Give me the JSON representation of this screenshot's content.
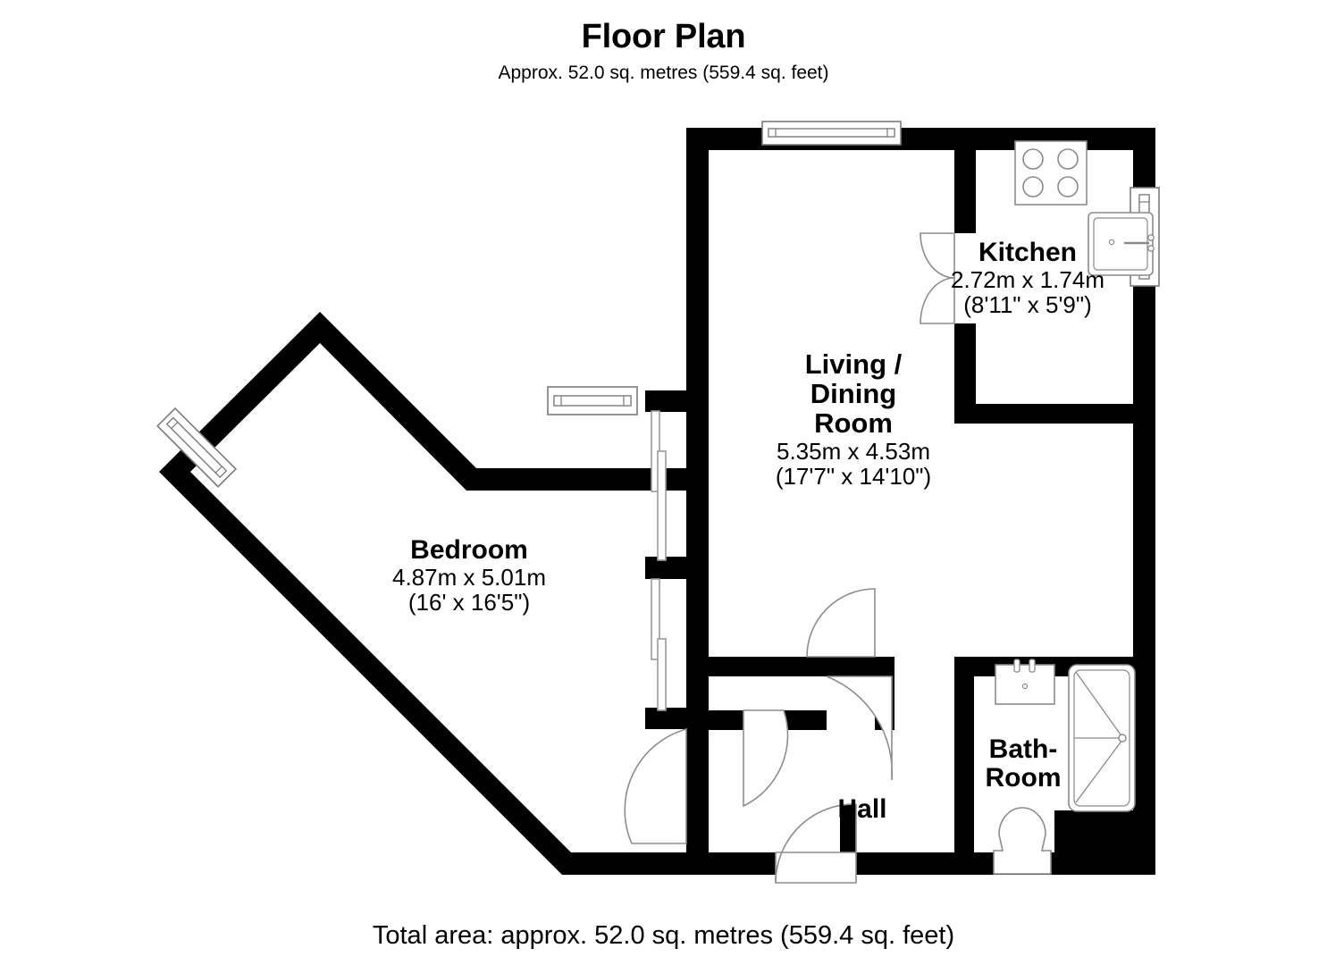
{
  "header": {
    "title": "Floor Plan",
    "subtitle": "Approx. 52.0 sq. metres (559.4 sq. feet)"
  },
  "footer": {
    "total_area": "Total area: approx. 52.0 sq. metres (559.4 sq. feet)"
  },
  "colors": {
    "wall": "#000000",
    "background": "#ffffff",
    "fixture_stroke": "#8a8a8a",
    "door_arc": "#7d7d7d",
    "text": "#000000"
  },
  "rooms": [
    {
      "id": "living-dining",
      "name_lines": [
        "Living /",
        "Dining",
        "Room"
      ],
      "name": "Living / Dining Room",
      "dim_metric": "5.35m x 4.53m",
      "dim_imperial": "(17'7\" x 14'10\")"
    },
    {
      "id": "kitchen",
      "name_lines": [
        "Kitchen"
      ],
      "name": "Kitchen",
      "dim_metric": "2.72m x 1.74m",
      "dim_imperial": "(8'11\" x 5'9\")"
    },
    {
      "id": "bedroom",
      "name_lines": [
        "Bedroom"
      ],
      "name": "Bedroom",
      "dim_metric": "4.87m x 5.01m",
      "dim_imperial": "(16' x 16'5\")"
    },
    {
      "id": "bathroom",
      "name_lines": [
        "Bath-",
        "Room"
      ],
      "name": "Bath-Room",
      "dim_metric": "",
      "dim_imperial": ""
    },
    {
      "id": "hall",
      "name_lines": [
        "Hall"
      ],
      "name": "Hall",
      "dim_metric": "",
      "dim_imperial": ""
    }
  ],
  "labels": {
    "living_l1": "Living /",
    "living_l2": "Dining",
    "living_l3": "Room",
    "living_dim_m": "5.35m x 4.53m",
    "living_dim_ft": "(17'7\" x 14'10\")",
    "kitchen_name": "Kitchen",
    "kitchen_dim_m": "2.72m x 1.74m",
    "kitchen_dim_ft": "(8'11\" x 5'9\")",
    "bedroom_name": "Bedroom",
    "bedroom_dim_m": "4.87m x 5.01m",
    "bedroom_dim_ft": "(16' x 16'5\")",
    "bathroom_l1": "Bath-",
    "bathroom_l2": "Room",
    "hall_name": "Hall"
  },
  "fixtures": [
    {
      "name": "kitchen-hob",
      "room": "kitchen",
      "burners": 4
    },
    {
      "name": "kitchen-sink",
      "room": "kitchen"
    },
    {
      "name": "bathroom-washbasin",
      "room": "bathroom"
    },
    {
      "name": "bathroom-bathtub",
      "room": "bathroom"
    },
    {
      "name": "bathroom-toilet",
      "room": "bathroom"
    }
  ],
  "openings": [
    {
      "name": "window-living-north",
      "type": "window"
    },
    {
      "name": "window-bedroom-north",
      "type": "window"
    },
    {
      "name": "window-bedroom-bay-diagonal",
      "type": "window"
    },
    {
      "name": "window-kitchen-east",
      "type": "window"
    },
    {
      "name": "door-kitchen-double",
      "type": "double-door"
    },
    {
      "name": "door-living-to-hall",
      "type": "door"
    },
    {
      "name": "door-bathroom",
      "type": "door"
    },
    {
      "name": "door-hall-entrance",
      "type": "door"
    },
    {
      "name": "door-bedroom-to-hall",
      "type": "door"
    },
    {
      "name": "door-cupboard",
      "type": "door"
    },
    {
      "name": "sliding-doors-bedroom-east",
      "type": "sliding-door"
    }
  ]
}
